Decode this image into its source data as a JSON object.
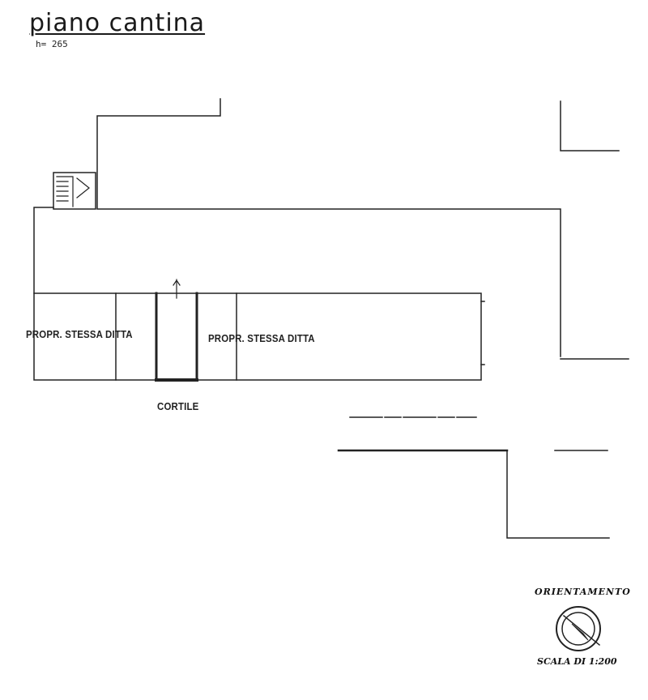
{
  "plan": {
    "title": "piano cantina",
    "height_note": "h= 265"
  },
  "rooms": {
    "left_label": "PROPR. STESSA DITTA",
    "right_label": "PROPR. STESSA DITTA",
    "courtyard_label": "CORTILE"
  },
  "legend": {
    "orientation_label": "ORIENTAMENTO",
    "scale_label": "SCALA DI 1:200",
    "orientation_icon": "compass-icon"
  },
  "colors": {
    "ink": "#222222",
    "paper": "#ffffff"
  }
}
